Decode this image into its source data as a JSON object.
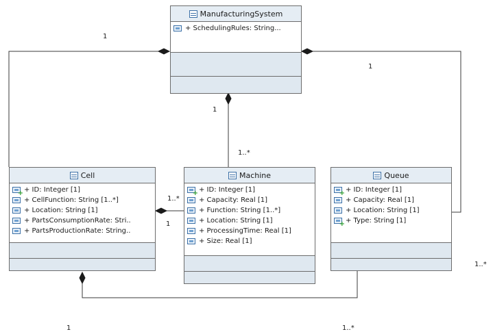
{
  "classes": {
    "manufacturing_system": {
      "name": "ManufacturingSystem",
      "attributes": [
        {
          "text": "+ SchedulingRules: String...",
          "icon": "attribute-icon"
        }
      ]
    },
    "cell": {
      "name": "Cell",
      "attributes": [
        {
          "text": "+ ID: Integer [1]",
          "icon": "key-attribute-icon"
        },
        {
          "text": "+ CellFunction: String [1..*]",
          "icon": "attribute-icon"
        },
        {
          "text": "+ Location: String [1]",
          "icon": "attribute-icon"
        },
        {
          "text": "+ PartsConsumptionRate: Stri..",
          "icon": "attribute-icon"
        },
        {
          "text": "+ PartsProductionRate: String..",
          "icon": "attribute-icon"
        }
      ]
    },
    "machine": {
      "name": "Machine",
      "attributes": [
        {
          "text": "+ ID: Integer [1]",
          "icon": "key-attribute-icon"
        },
        {
          "text": "+ Capacity: Real [1]",
          "icon": "attribute-icon"
        },
        {
          "text": "+ Function: String [1..*]",
          "icon": "attribute-icon"
        },
        {
          "text": "+ Location: String [1]",
          "icon": "attribute-icon"
        },
        {
          "text": "+ ProcessingTime: Real [1]",
          "icon": "attribute-icon"
        },
        {
          "text": "+ Size: Real [1]",
          "icon": "attribute-icon"
        }
      ]
    },
    "queue": {
      "name": "Queue",
      "attributes": [
        {
          "text": "+ ID: Integer [1]",
          "icon": "key-attribute-icon"
        },
        {
          "text": "+ Capacity: Real [1]",
          "icon": "attribute-icon"
        },
        {
          "text": "+ Location: String [1]",
          "icon": "attribute-icon"
        },
        {
          "text": "+ Type: String [1]",
          "icon": "key-attribute-icon"
        }
      ]
    }
  },
  "multiplicities": {
    "ms_cell_whole": "1",
    "ms_queue_whole": "1",
    "ms_machine_whole": "1",
    "machine_part": "1..*",
    "cell_machine_part": "1..*",
    "cell_machine_whole": "1",
    "queue_part_right": "1..*",
    "cell_queue_whole": "1",
    "cell_queue_part": "1..*"
  },
  "colors": {
    "class_fill": "#dfe8f0",
    "class_border": "#6b6b6b",
    "attribute_icon": "#3a6fa6",
    "key_plus": "#2f9e2f"
  }
}
